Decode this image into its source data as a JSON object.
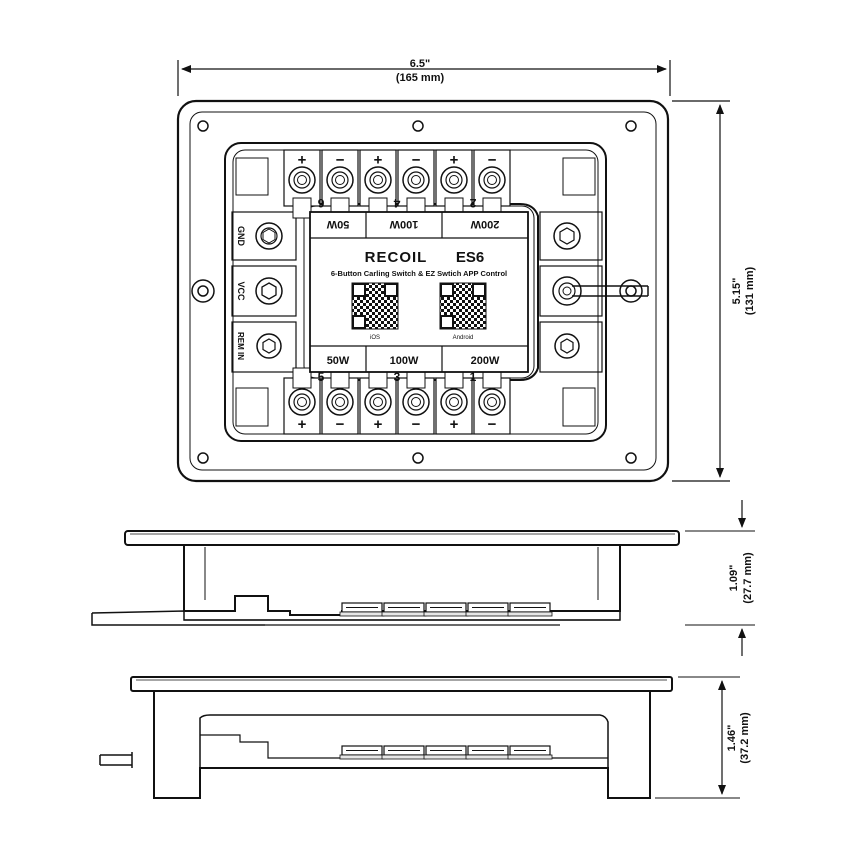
{
  "dimensions": {
    "width_in": "6.5\"",
    "width_mm": "(165 mm)",
    "height_in": "5.15\"",
    "height_mm": "(131 mm)",
    "depth1_in": "1.09\"",
    "depth1_mm": "(27.7 mm)",
    "depth2_in": "1.46\"",
    "depth2_mm": "(37.2 mm)"
  },
  "label": {
    "brand": "RECOIL",
    "model": "ES6",
    "description": "6-Button Carling Switch  & EZ Swtich APP Control",
    "qr_ios": "iOS",
    "qr_android": "Android",
    "top_watts": [
      "50W",
      "100W",
      "200W"
    ],
    "bottom_watts": [
      "50W",
      "100W",
      "200W"
    ]
  },
  "terminals": {
    "top_signs": [
      "+",
      "−",
      "+",
      "−",
      "+",
      "−"
    ],
    "bottom_signs": [
      "+",
      "−",
      "+",
      "−",
      "+",
      "−"
    ],
    "top_numbers": [
      "6",
      "4",
      "2"
    ],
    "bottom_numbers": [
      "5",
      "3",
      "1"
    ]
  },
  "side_labels": {
    "gnd": "GND",
    "vcc": "VCC",
    "remote": "REM IN"
  },
  "colors": {
    "line": "#111111",
    "fill": "#ffffff",
    "shade": "#e6e6e6"
  }
}
